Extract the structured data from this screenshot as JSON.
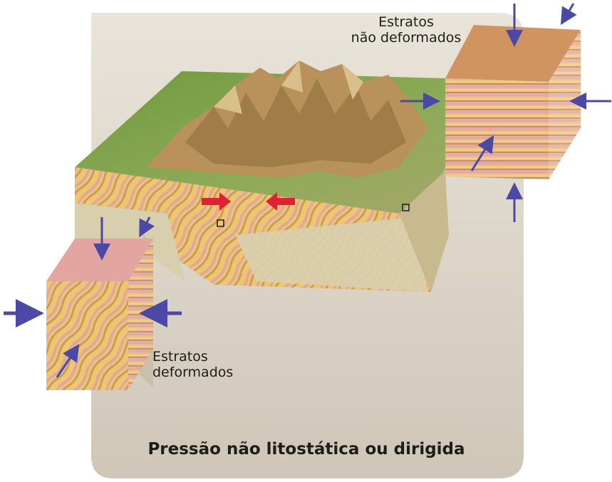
{
  "labels": {
    "undeformed_line1": "Estratos",
    "undeformed_line2": "não deformados",
    "deformed_line1": "Estratos",
    "deformed_line2": "deformados",
    "caption": "Pressão não litostática ou dirigida"
  },
  "colors": {
    "panel_background": "#d8d0c3",
    "grass": "#7f9f4a",
    "mountain": "#b8925a",
    "compression_arrow": "#e02035",
    "stress_arrow": "#4a4aa6",
    "rock_base": "#d8cfae",
    "strata_pink": "#e3a5a0",
    "strata_yellow": "#edc66e",
    "strata_tan": "#c79a68"
  },
  "icons": {
    "compression_arrows": "red-arrow-icon",
    "stress_arrows": "blue-arrow-icon",
    "sample_markers": "square-marker-icon"
  }
}
